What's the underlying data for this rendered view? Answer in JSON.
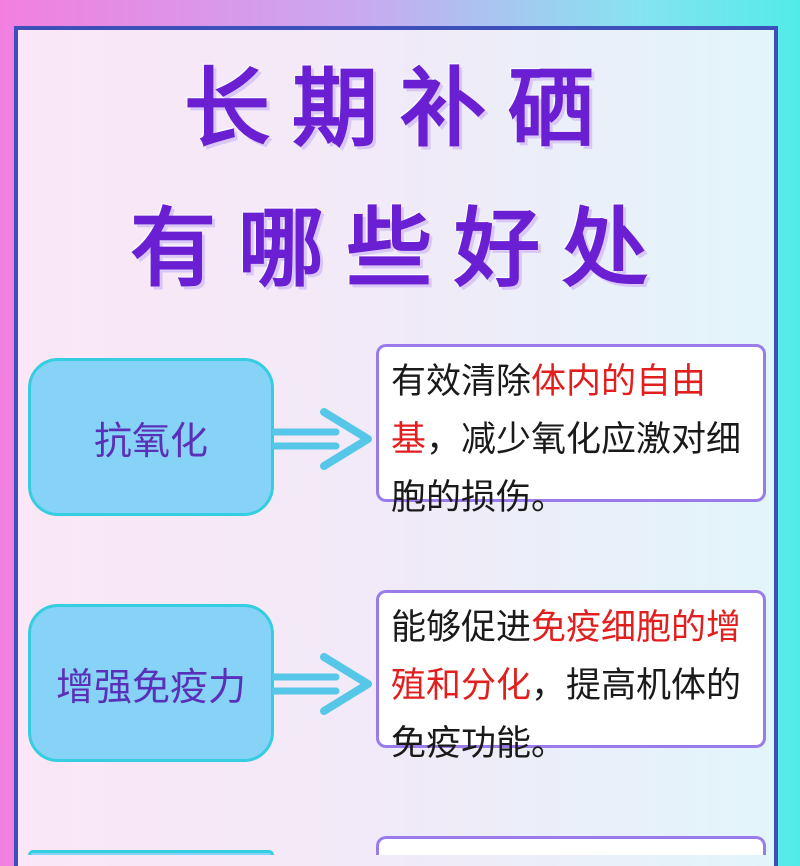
{
  "title": {
    "line1": "长期补硒",
    "line2": "有哪些好处"
  },
  "benefits": [
    {
      "label": "抗氧化",
      "desc_before": "有效清除",
      "desc_highlight": "体内的自由基",
      "desc_after": "，减少氧化应激对细胞的损伤。"
    },
    {
      "label": "增强免疫力",
      "desc_before": "能够促进",
      "desc_highlight": "免疫细胞的增殖和分化",
      "desc_after": "，提高机体的免疫功能。"
    }
  ],
  "colors": {
    "title": "#6a1fd3",
    "label_bg": "#86d3f7",
    "label_text": "#5b30b8",
    "highlight": "#e11f1f",
    "arrow": "#56c7e8"
  },
  "icons": {
    "arrow": "double-line-right-arrow"
  }
}
